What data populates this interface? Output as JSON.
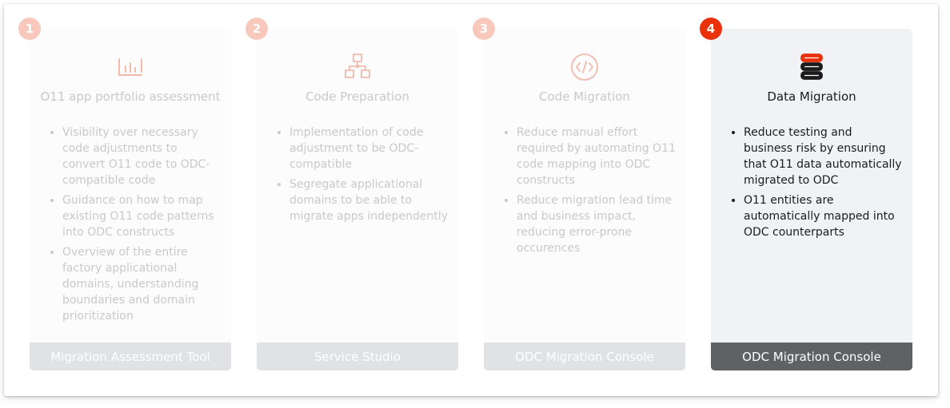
{
  "colors": {
    "accent": "#e9310c",
    "badge_dim": "#f8c8bd",
    "card_active_bg": "#f1f2f5",
    "footer_active_bg": "#606164",
    "footer_dim_bg": "#e1e2e5",
    "dim_text": "#c9c9c9"
  },
  "steps": [
    {
      "number": "1",
      "icon": "chart-icon",
      "title": "O11 app portfolio assessment",
      "points": [
        "Visibility over necessary code adjustments to convert O11 code to ODC-compatible code",
        "Guidance on how to map existing O11 code patterns into ODC constructs",
        "Overview of the entire factory applicational domains, understanding boundaries and domain prioritization"
      ],
      "tool": "Migration Assessment Tool"
    },
    {
      "number": "2",
      "icon": "hierarchy-icon",
      "title": "Code Preparation",
      "points": [
        "Implementation of code adjustment to be ODC-compatible",
        "Segregate applicational domains to be able to migrate apps independently"
      ],
      "tool": "Service Studio"
    },
    {
      "number": "3",
      "icon": "code-icon",
      "title": "Code Migration",
      "points": [
        "Reduce manual effort required by automating O11 code mapping into ODC constructs",
        "Reduce migration lead time and business impact, reducing error-prone occurences"
      ],
      "tool": "ODC Migration Console"
    },
    {
      "number": "4",
      "icon": "database-icon",
      "title": "Data Migration",
      "points": [
        "Reduce testing and business risk by ensuring that O11 data automatically migrated to ODC",
        "O11 entities are automatically mapped into ODC counterparts"
      ],
      "tool": "ODC Migration Console"
    }
  ]
}
